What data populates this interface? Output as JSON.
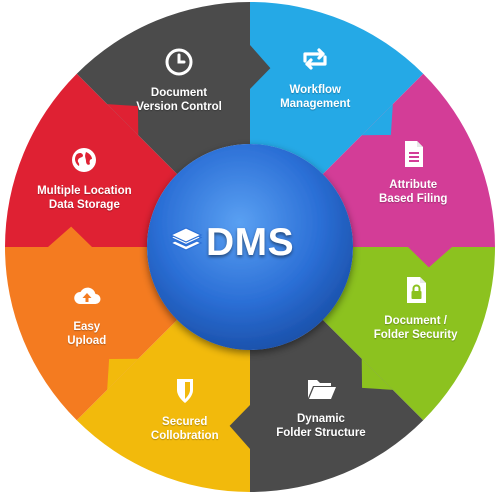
{
  "center": {
    "title": "DMS",
    "icon": "layers-icon",
    "color": "#2b6fd6"
  },
  "segments": [
    {
      "id": "workflow",
      "lines": [
        "Workflow",
        "Management"
      ],
      "icon": "workflow-icon",
      "color": "#25a9e6"
    },
    {
      "id": "attribute",
      "lines": [
        "Attribute",
        "Based Filing"
      ],
      "icon": "document-icon",
      "color": "#d33d97"
    },
    {
      "id": "security",
      "lines": [
        "Document /",
        "Folder Security"
      ],
      "icon": "lock-document-icon",
      "color": "#8cc21f"
    },
    {
      "id": "folder",
      "lines": [
        "Dynamic",
        "Folder Structure"
      ],
      "icon": "open-folder-icon",
      "color": "#4b4b4b"
    },
    {
      "id": "secured",
      "lines": [
        "Secured",
        "Collobration"
      ],
      "icon": "shield-icon",
      "color": "#f2ba0c"
    },
    {
      "id": "upload",
      "lines": [
        "Easy",
        "Upload"
      ],
      "icon": "cloud-upload-icon",
      "color": "#f47b20"
    },
    {
      "id": "storage",
      "lines": [
        "Multiple Location",
        "Data Storage"
      ],
      "icon": "globe-icon",
      "color": "#df2133"
    },
    {
      "id": "version",
      "lines": [
        "Document",
        "Version Control"
      ],
      "icon": "clock-icon",
      "color": "#4b4b4b"
    }
  ]
}
